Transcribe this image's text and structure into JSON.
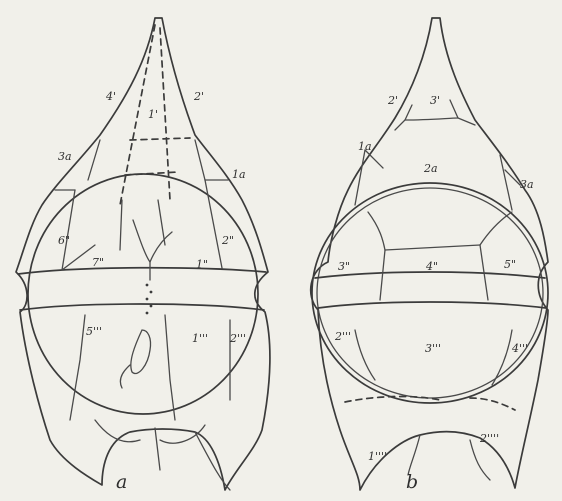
{
  "figure": {
    "panel_a": {
      "caption": "a",
      "labels": {
        "p4p": "4'",
        "p1p": "1'",
        "p2p": "2'",
        "p3a": "3a",
        "p1a": "1a",
        "p6pp": "6\"",
        "p7pp": "7\"",
        "p1pp": "1\"",
        "p2pp": "2\"",
        "p5ppp": "5'''",
        "p1ppp": "1'''",
        "p2ppp": "2'''"
      }
    },
    "panel_b": {
      "caption": "b",
      "labels": {
        "p2p": "2'",
        "p3p": "3'",
        "p1a": "1a",
        "p2a": "2a",
        "p3a": "3a",
        "p3pp": "3\"",
        "p4pp": "4\"",
        "p5pp": "5\"",
        "p2ppp": "2'''",
        "p3ppp": "3'''",
        "p4ppp": "4'''",
        "p1pppp": "1''''",
        "p2pppp": "2''''"
      }
    }
  }
}
